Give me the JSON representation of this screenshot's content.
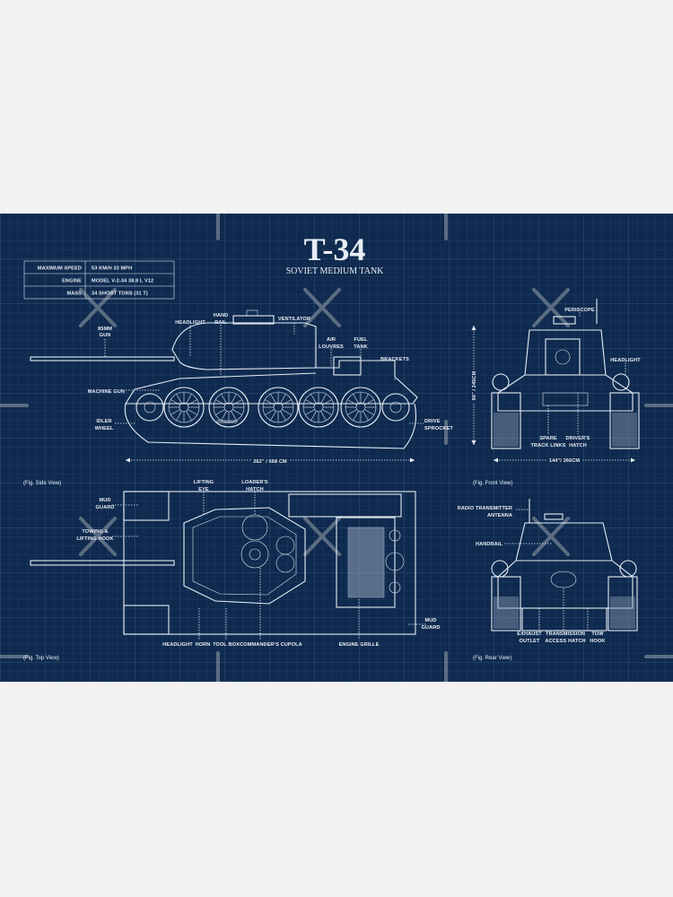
{
  "colors": {
    "background": "#0f2a4e",
    "grid": "#2a4a74",
    "lines": "#e6edf6",
    "page": "#f2f2f3"
  },
  "title": "T-34",
  "subtitle": "SOVIET MEDIUM TANK",
  "specs": [
    {
      "label": "MAXIMUM SPEED",
      "value": "53 KM/H   33 MPH"
    },
    {
      "label": "ENGINE",
      "value": "MODEL V-2-34 38.8 L V12"
    },
    {
      "label": "MASS",
      "value": "34 SHORT TONS (31 T)"
    }
  ],
  "side": {
    "caption": "(Fig. Side View)",
    "gun": [
      "85MM",
      "GUN"
    ],
    "headlight": "HEADLIGHT",
    "hand_rail": [
      "HAND",
      "RAIL"
    ],
    "ventilator": "VENTILATOR",
    "air_louvres": [
      "AIR",
      "LOUVRES"
    ],
    "fuel_tank": [
      "FUEL",
      "TANK"
    ],
    "brackets": "BRACKETS",
    "machine_gun": "MACHINE GUN",
    "idler_wheel": [
      "IDLER",
      "WHEEL"
    ],
    "drive_sprocket": [
      "DRIVE",
      "SPROCKET"
    ],
    "length": "262\" / 668 CM"
  },
  "top": {
    "caption": "(Fig. Top View)",
    "lifting_eye": [
      "LIFTING",
      "EYE"
    ],
    "loaders_hatch": [
      "LOADER'S",
      "HATCH"
    ],
    "mud_guard_front": [
      "MUD",
      "GUARD"
    ],
    "towing_hook": [
      "TOWING &",
      "LIFTING HOOK"
    ],
    "headlight": "HEADLIGHT",
    "horn": "HORN",
    "tool_box": "TOOL BOX",
    "commanders_cupola": "COMMANDER'S CUPOLA",
    "engine_grille": "ENGINE GRILLE",
    "mud_guard_rear": [
      "MUD",
      "GUARD"
    ]
  },
  "front": {
    "caption": "(Fig. Front View)",
    "periscope": "PERISCOPE",
    "headlight": "HEADLIGHT",
    "spare_track_links": [
      "SPARE",
      "TRACK LINKS"
    ],
    "drivers_hatch": [
      "DRIVER'S",
      "HATCH"
    ],
    "width": "144\"/ 366CM",
    "height": "96\" / 245CM"
  },
  "rear": {
    "caption": "(Fig. Rear View)",
    "antenna": [
      "RADIO TRANSMITTER",
      "ANTENNA"
    ],
    "handrail": "HANDRAIL",
    "exhaust": [
      "EXHAUST",
      "OUTLET"
    ],
    "transmission": [
      "TRANSMISSION",
      "ACCESS HATCH"
    ],
    "tow_hook": [
      "TOW",
      "HOOK"
    ]
  }
}
